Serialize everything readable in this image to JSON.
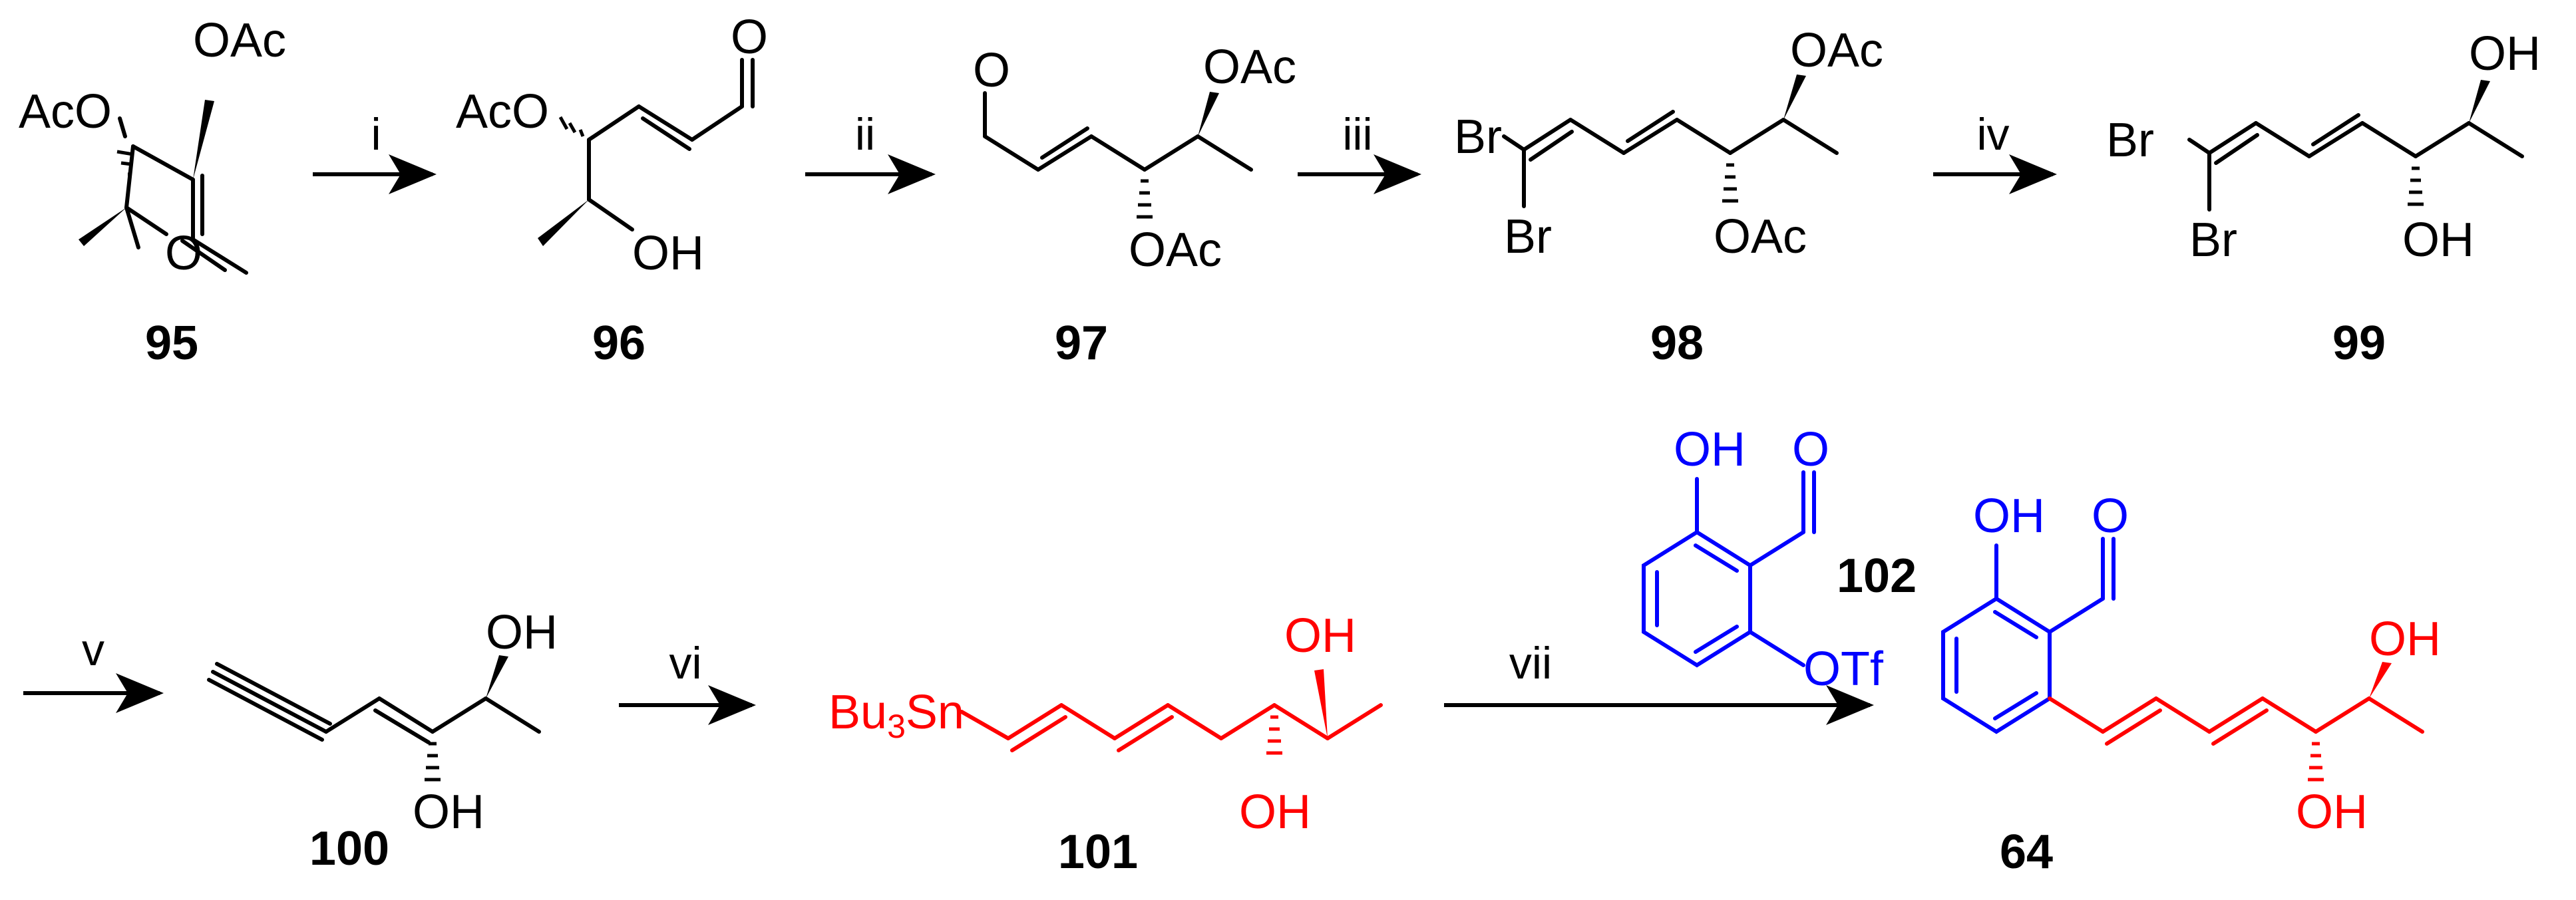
{
  "colors": {
    "black": "#000000",
    "blue": "#0000ff",
    "red": "#ff0000"
  },
  "compounds": {
    "c95": {
      "label": "95",
      "atoms": {
        "oac_top": "OAc",
        "aco_left": "AcO",
        "ring_o": "O"
      }
    },
    "c96": {
      "label": "96",
      "atoms": {
        "aco": "AcO",
        "oh": "OH",
        "cho_o": "O"
      }
    },
    "c97": {
      "label": "97",
      "atoms": {
        "cho_o": "O",
        "oac_top": "OAc",
        "oac_bottom": "OAc"
      }
    },
    "c98": {
      "label": "98",
      "atoms": {
        "br_top": "Br",
        "br_bottom": "Br",
        "oac_top": "OAc",
        "oac_bottom": "OAc"
      }
    },
    "c99": {
      "label": "99",
      "atoms": {
        "br_top": "Br",
        "br_bottom": "Br",
        "oh_top": "OH",
        "oh_bottom": "OH"
      }
    },
    "c100": {
      "label": "100",
      "atoms": {
        "oh_top": "OH",
        "oh_bottom": "OH"
      }
    },
    "c101": {
      "label": "101",
      "atoms": {
        "tin_bu": "Bu",
        "tin_sub": "3",
        "tin_sn": "Sn",
        "oh_top": "OH",
        "oh_bottom": "OH"
      }
    },
    "c102": {
      "label": "102",
      "atoms": {
        "oh": "OH",
        "cho_o": "O",
        "otf": "OTf"
      }
    },
    "c64": {
      "label": "64",
      "atoms": {
        "oh_aryl": "OH",
        "cho_o": "O",
        "oh_top": "OH",
        "oh_bottom": "OH"
      }
    }
  },
  "steps": {
    "s1": "i",
    "s2": "ii",
    "s3": "iii",
    "s4": "iv",
    "s5": "v",
    "s6": "vi",
    "s7": "vii"
  }
}
